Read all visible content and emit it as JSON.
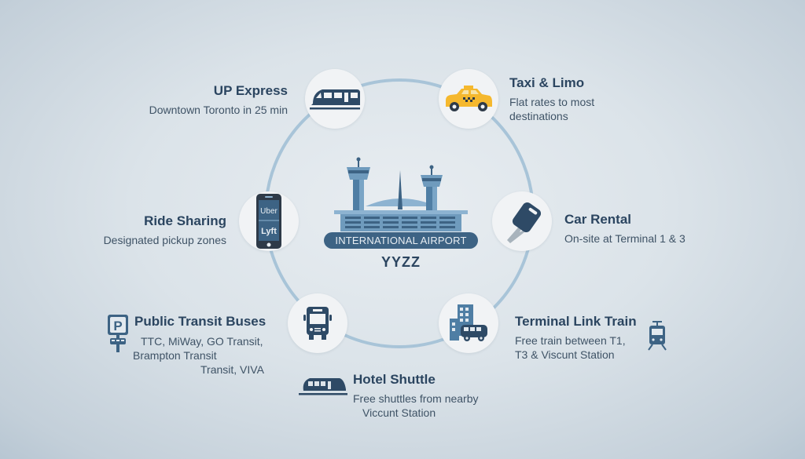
{
  "center": {
    "airport_label": "INTERNATIONAL AIRPORT",
    "airport_code": "YYZZ",
    "icon": "airport-terminal-icon"
  },
  "colors": {
    "primary": "#2b4560",
    "ring": "#a8c4d8",
    "node_bg": "#f1f3f5",
    "taxi_yellow": "#f5b82e",
    "pill": "#3d6384"
  },
  "options": [
    {
      "id": "up-express",
      "title": "UP Express",
      "desc": "Downtown Toronto in 25 min",
      "icon": "train-icon"
    },
    {
      "id": "taxi-limo",
      "title": "Taxi & Limo",
      "desc_lines": [
        "Flat rates to most",
        "destinations"
      ],
      "icon": "taxi-icon"
    },
    {
      "id": "ride-sharing",
      "title": "Ride Sharing",
      "desc": "Designated pickup zones",
      "icon": "smartphone-icon",
      "apps": [
        "Uber",
        "Lyft"
      ]
    },
    {
      "id": "car-rental",
      "title": "Car Rental",
      "desc": "On-site at Terminal 1 & 3",
      "icon": "car-key-icon"
    },
    {
      "id": "public-transit",
      "title": "Public Transit Buses",
      "desc_lines": [
        "TTC, MiWay, GO Transit,",
        "Brampton Transit",
        "Transit, VIVA"
      ],
      "icon": "bus-icon",
      "extra_icon": "bus-stop-parking-icon"
    },
    {
      "id": "terminal-link",
      "title": "Terminal Link Train",
      "desc_lines": [
        "Free train between T1,",
        "T3 & Viscunt Station"
      ],
      "icon": "hotel-shuttle-icon",
      "extra_icon": "tram-icon"
    },
    {
      "id": "hotel-shuttle",
      "title": "Hotel Shuttle",
      "desc_lines": [
        "Free shuttles from nearby",
        "Viccunt Station"
      ],
      "icon": "shuttle-train-icon"
    }
  ]
}
